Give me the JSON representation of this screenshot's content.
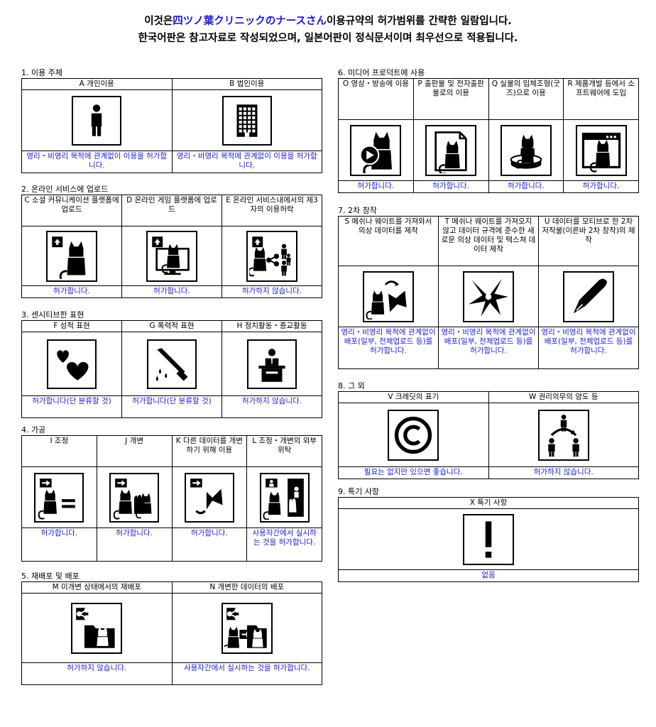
{
  "header": {
    "line1_pre": "이것은",
    "line1_brand": "四ツノ葉クリニックのナースさん",
    "line1_post": "이용규약의 허가범위를 간략한 일람입니다.",
    "line2": "한국어판은 참고자료로 작성되었으며, 일본어판이 정식문서이며 최우선으로 적용됩니다."
  },
  "colors": {
    "accent": "#1a1ad6",
    "border": "#000000"
  },
  "sections": [
    {
      "title": "1. 이용 주체",
      "items": [
        {
          "label": "A 개인이용",
          "icon": "person-icon",
          "status": "영리・비영리 목적에 관계없이 이용을 허가합니다."
        },
        {
          "label": "B 법인이용",
          "icon": "building-icon",
          "status": "영리・비영리 목적에 관계없이 이용을 허가합니다."
        }
      ]
    },
    {
      "title": "2. 온라인 서비스에 업로드",
      "items": [
        {
          "label": "C 소셜 커뮤니케이션 플랫폼에 업로드",
          "icon": "upload-character-icon",
          "status": "허가합니다."
        },
        {
          "label": "D 온라인 게임 플랫폼에 업로드",
          "icon": "upload-monitor-icon",
          "status": "허가합니다."
        },
        {
          "label": "E 온라인 서비스내에서의 제3자의 이용허락",
          "icon": "upload-share-icon",
          "status": "허가하지 않습니다."
        }
      ]
    },
    {
      "title": "3. 센시티브한 표현",
      "items": [
        {
          "label": "F 성적 표현",
          "icon": "hearts-icon",
          "status": "허가합니다(단 분류할 것)"
        },
        {
          "label": "G 폭력적 표현",
          "icon": "knife-icon",
          "status": "허가합니다(단 분류할 것)"
        },
        {
          "label": "H 정치활동・종교활동",
          "icon": "podium-icon",
          "status": "허가하지 않습니다."
        }
      ]
    },
    {
      "title": "4. 가공",
      "items": [
        {
          "label": "I 조정",
          "icon": "adjust-icon",
          "status": "허가합니다."
        },
        {
          "label": "J 개변",
          "icon": "modify-icon",
          "status": "허가합니다."
        },
        {
          "label": "K 다른 데이터를 개변하기 위해 이용",
          "icon": "parts-icon",
          "status": "허가합니다."
        },
        {
          "label": "L 조정・개변의 외부위탁",
          "icon": "outsource-icon",
          "status": "사용자간에서 실시하는 것을 허가합니다."
        }
      ]
    },
    {
      "title": "5. 재배포 및 배포",
      "items": [
        {
          "label": "M 미개변 상태에서의 재배포",
          "icon": "redistribute-icon",
          "status": "허가하지 않습니다."
        },
        {
          "label": "N 개변한 데이터의 배포",
          "icon": "distribute-modified-icon",
          "status": "사용자간에서 실시하는 것을 허가합니다."
        }
      ]
    },
    {
      "title": "6. 미디어 프로덕트에 사용",
      "items": [
        {
          "label": "O 영상・방송에 이용",
          "icon": "video-icon",
          "status": "허가합니다."
        },
        {
          "label": "P 출판물 및 전자출판물로의 이용",
          "icon": "publication-icon",
          "status": "허가합니다."
        },
        {
          "label": "Q 실물의 입체조형(굿즈)으로 이용",
          "icon": "figure-icon",
          "status": "허가합니다."
        },
        {
          "label": "R 제품개발 등에서 소프트웨어에 도입",
          "icon": "software-icon",
          "status": "허가합니다."
        }
      ]
    },
    {
      "title": "7. 2차 창작",
      "items": [
        {
          "label": "S 메쉬나 웨이트를 가져와서 의상 데이터를 제작",
          "icon": "clothing-icon",
          "status": "영리・비영리 목적에 관계없이 배포(일부, 전체업로드 등)를 허가합니다."
        },
        {
          "label": "T 메쉬나 웨이트를 가져오지 않고 데이터 규격에 준수한 새로운 의상 데이터 및 텍스쳐 데이터 제작",
          "icon": "ribbon-icon",
          "status": "영리・비영리 목적에 관계없이 배포(일부, 전체업로드 등)를 허가합니다."
        },
        {
          "label": "U 데이터를 모티브로 한 2차 저작물(이른바 2차 창작)의 제작",
          "icon": "pen-icon",
          "status": "영리・비영리 목적에 관계없이 배포(일부, 전체업로드 등)를 허가합니다."
        }
      ]
    },
    {
      "title": "8. 그 외",
      "items": [
        {
          "label": "V 크레딧의 표기",
          "icon": "copyright-icon",
          "status": "필요는 없지만 있으면 좋습니다."
        },
        {
          "label": "W 권리의무의 양도 등",
          "icon": "transfer-icon",
          "status": "허가하지 않습니다."
        }
      ]
    },
    {
      "title": "9. 특기 사항",
      "items": [
        {
          "label": "X 특기 사항",
          "icon": "exclamation-icon",
          "status": "없음"
        }
      ]
    }
  ]
}
